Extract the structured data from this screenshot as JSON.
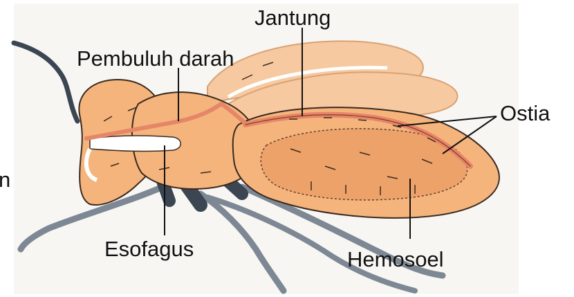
{
  "labels": {
    "jantung": "Jantung",
    "pembuluh_darah": "Pembuluh darah",
    "ostia": "Ostia",
    "esofagus": "Esofagus",
    "hemosoel": "Hemosoel",
    "edge_fragment": "n"
  },
  "colors": {
    "body": "#f4b47c",
    "body_dark": "#e8975a",
    "wing": "#f6c9a0",
    "vessel": "#e58668",
    "leg": "#7d8894",
    "leg_dark": "#3c4653",
    "stroke": "#3a2a20"
  }
}
